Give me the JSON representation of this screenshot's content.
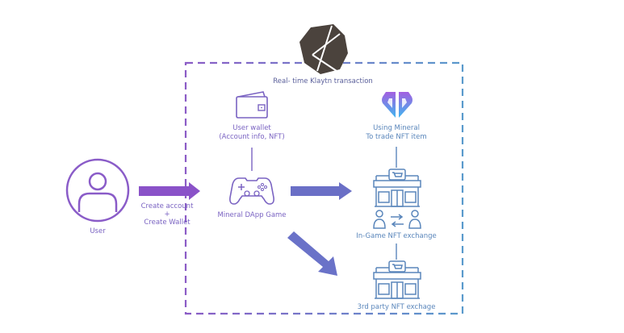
{
  "diagram": {
    "colors": {
      "purple": "#8a5cc8",
      "indigo": "#6a6fc6",
      "blue": "#5a8fc8",
      "klaytn": "#4b433d"
    },
    "boundary": {
      "label": "Real- time Klaytn transaction",
      "logo": "klaytn-logo"
    },
    "nodes": {
      "user": {
        "label": "User",
        "icon": "user-icon"
      },
      "wallet": {
        "label_line1": "User wallet",
        "label_line2": "(Account info, NFT)",
        "icon": "wallet-icon"
      },
      "game": {
        "label": "Mineral DApp Game",
        "icon": "gamepad-icon"
      },
      "mineral": {
        "label_line1": "Using Mineral",
        "label_line2": "To trade NFT item",
        "icon": "mineral-logo"
      },
      "ingame_exchange": {
        "label": "In-Game NFT exchange",
        "icon": "store-exchange-icon"
      },
      "thirdparty_exchange": {
        "label": "3rd party NFT exchage",
        "icon": "store-icon"
      }
    },
    "edges": {
      "user_to_game": {
        "label_line1": "Create account",
        "label_line2": "+",
        "label_line3": "Create Wallet"
      }
    }
  }
}
